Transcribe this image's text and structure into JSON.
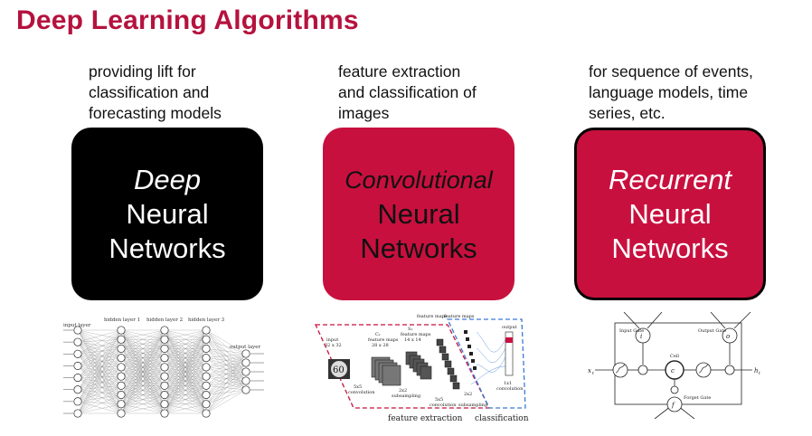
{
  "title": "Deep Learning Algorithms",
  "columns": [
    {
      "description": [
        "providing lift for",
        "classification and",
        "forecasting models"
      ],
      "box_lines": [
        "Deep",
        "Neural",
        "Networks"
      ]
    },
    {
      "description": [
        "feature extraction",
        "and classification of",
        "images"
      ],
      "box_lines": [
        "Convolutional",
        "Neural",
        "Networks"
      ]
    },
    {
      "description": [
        "for sequence of events,",
        "language models, time",
        "series, etc."
      ],
      "box_lines": [
        "Recurrent",
        "Neural",
        "Networks"
      ]
    }
  ],
  "colors": {
    "title": "#b5123e",
    "accent_box": "#c8103e",
    "dark_box": "#000000"
  },
  "dnn_diagram": {
    "labels": {
      "input": "input layer",
      "h1": "hidden layer 1",
      "h2": "hidden layer 2",
      "h3": "hidden layer 3",
      "output": "output layer"
    }
  },
  "cnn_diagram": {
    "labels": {
      "input": "input",
      "input_size": "32 x 32",
      "c1": "C₁",
      "c1_name": "feature maps",
      "c1_size": "28 x 28",
      "s1": "S₁",
      "s1_name": "feature maps",
      "s1_size": "14 x 14",
      "top": "feature maps",
      "top2": "feature maps",
      "conv1": "5x5",
      "conv1b": "convolution",
      "sub1": "2x2",
      "sub1b": "subsampling",
      "conv2": "5x5",
      "conv2b": "convolution",
      "sub2": "2x2",
      "sub2b": "subsampling",
      "fc": "1x1",
      "fcb": "convolution",
      "output": "output",
      "feature_extraction": "feature extraction",
      "classification": "classification",
      "sample": "60"
    }
  },
  "rnn_diagram": {
    "labels": {
      "input_gate": "Input Gate",
      "output_gate": "Output Gate",
      "forget_gate": "Forget Gate",
      "cell": "Cell",
      "xt": "x",
      "ht": "h",
      "it": "i",
      "ot": "o",
      "ft": "f",
      "ct": "c",
      "t": "t"
    }
  }
}
